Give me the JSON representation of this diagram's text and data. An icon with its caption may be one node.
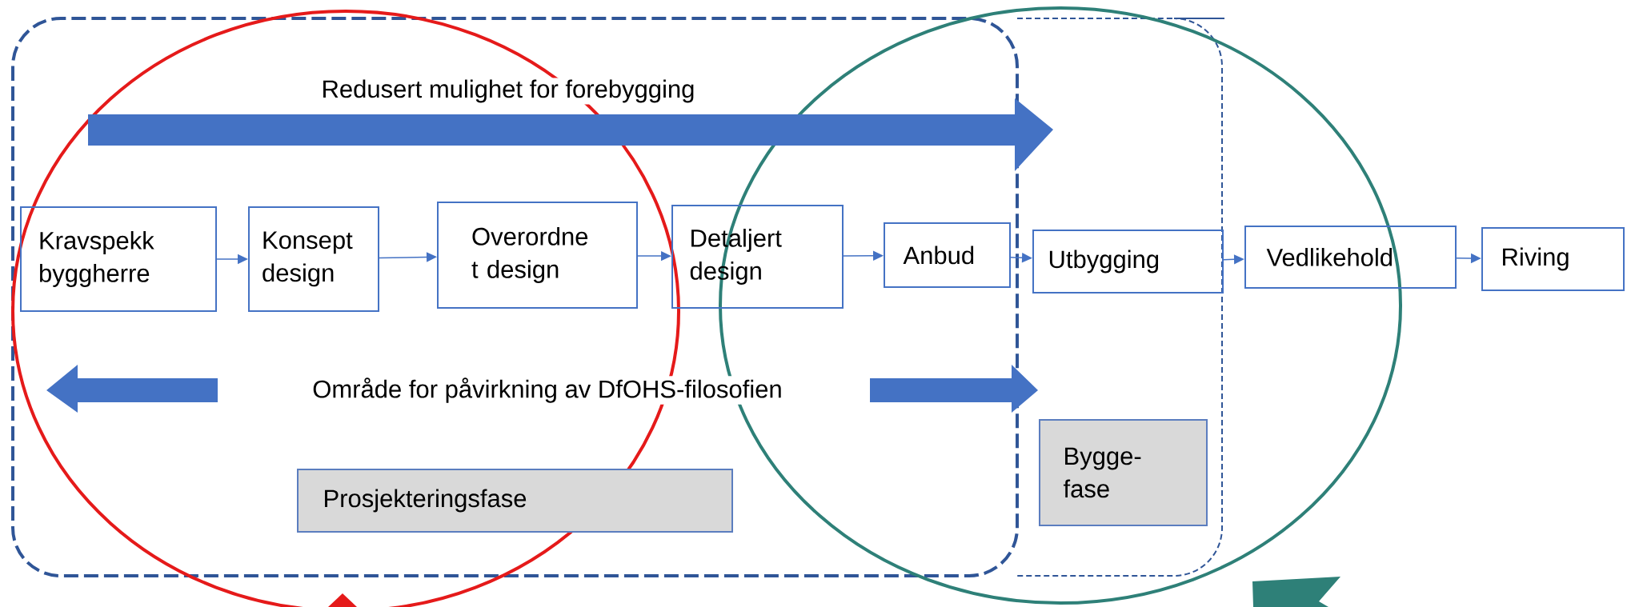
{
  "diagram": {
    "nodes": [
      {
        "text": [
          "Kravspekk byggherre"
        ]
      },
      {
        "text": [
          "Konsept design"
        ]
      },
      {
        "text": [
          "Overordne t design"
        ]
      },
      {
        "text": [
          "Detaljert design"
        ]
      },
      {
        "text": [
          "Anbud"
        ]
      },
      {
        "text": [
          "Utbygging"
        ]
      },
      {
        "text": [
          "Vedlikehold"
        ]
      },
      {
        "text": [
          "Riving"
        ]
      },
      {
        "text": [
          "Prosjekteringsfase"
        ]
      },
      {
        "text": [
          "Bygge- fase"
        ]
      }
    ],
    "edges": [
      {
        "from": 0,
        "to": 1,
        "arrow": "to"
      },
      {
        "from": 1,
        "to": 2,
        "arrow": "to"
      },
      {
        "from": 2,
        "to": 3,
        "arrow": "to"
      },
      {
        "from": 3,
        "to": 4,
        "arrow": "to"
      },
      {
        "from": 4,
        "to": 5,
        "arrow": "to"
      },
      {
        "from": 5,
        "to": 6,
        "arrow": "to"
      },
      {
        "from": 6,
        "to": 7,
        "arrow": "to"
      }
    ],
    "labels": [
      "Redusert mulighet for forebygging",
      "Område for påvirkning av DfOHS-filosofien"
    ]
  }
}
